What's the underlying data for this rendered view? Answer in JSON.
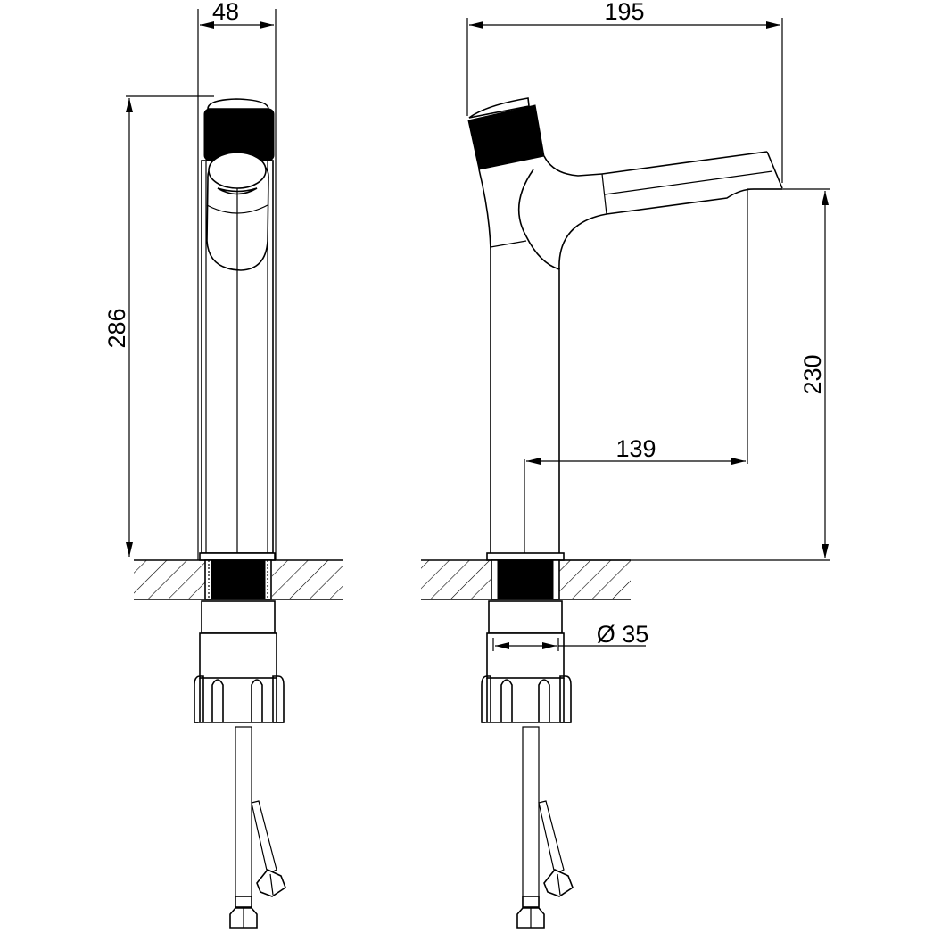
{
  "drawing": {
    "title": "Faucet technical drawing (front and side views)",
    "units": "mm",
    "colors": {
      "line": "#000000",
      "background": "#ffffff"
    },
    "dimensions": {
      "front_width": "48",
      "front_height": "286",
      "side_reach": "195",
      "spout_height": "230",
      "spout_projection": "139",
      "hole_diameter": "Ø 35"
    }
  }
}
